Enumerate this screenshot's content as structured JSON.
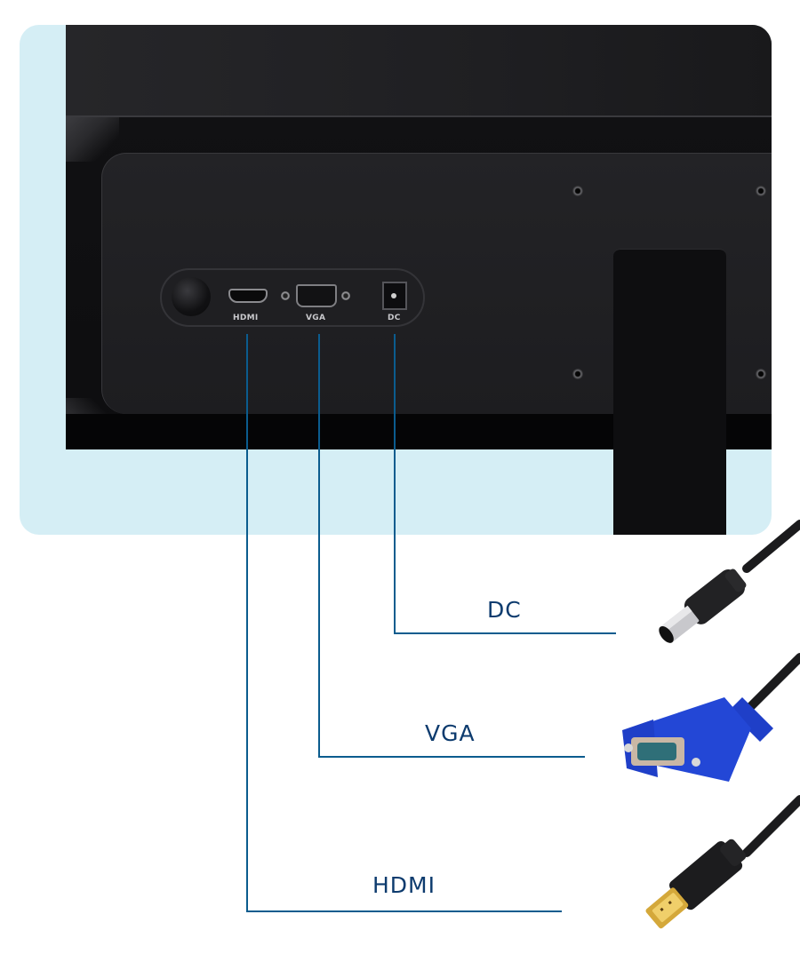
{
  "image": {
    "description": "Back of a monitor showing the input port panel with callouts to matching cables",
    "colors": {
      "background_panel": "#d5eef5",
      "monitor_body": "#1e1e21",
      "callout_line": "#0b5c8e",
      "callout_text": "#0d3b6e",
      "vga_connector": "#1f3fc8",
      "hdmi_tip": "#d4a83a"
    }
  },
  "monitor": {
    "port_labels": {
      "hdmi": "HDMI",
      "vga": "VGA",
      "dc": "DC"
    }
  },
  "callouts": [
    {
      "id": "dc",
      "label": "DC",
      "cable": "dc-barrel-plug"
    },
    {
      "id": "vga",
      "label": "VGA",
      "cable": "vga-d-sub-connector"
    },
    {
      "id": "hdmi",
      "label": "HDMI",
      "cable": "hdmi-connector"
    }
  ]
}
